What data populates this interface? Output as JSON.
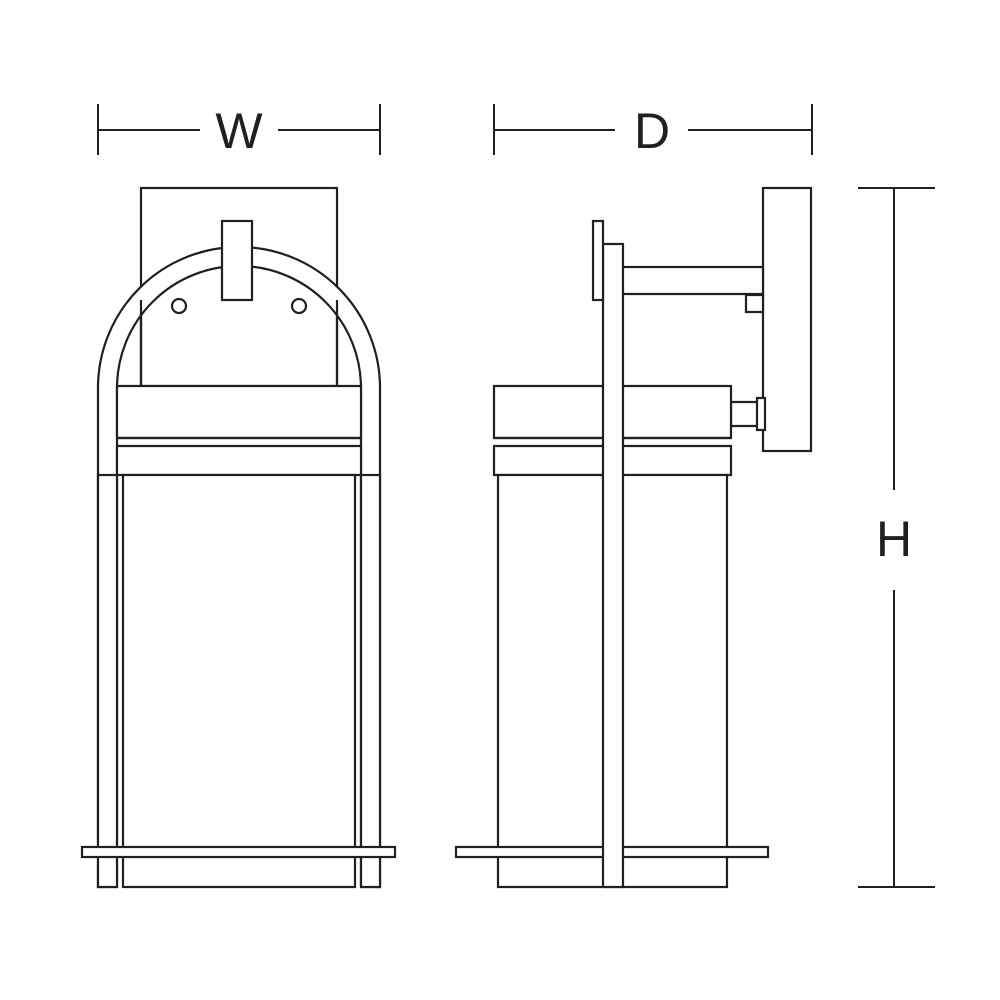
{
  "dimensions": {
    "width_label": "W",
    "depth_label": "D",
    "height_label": "H"
  },
  "colors": {
    "line": "#231f20",
    "background": "#ffffff"
  }
}
